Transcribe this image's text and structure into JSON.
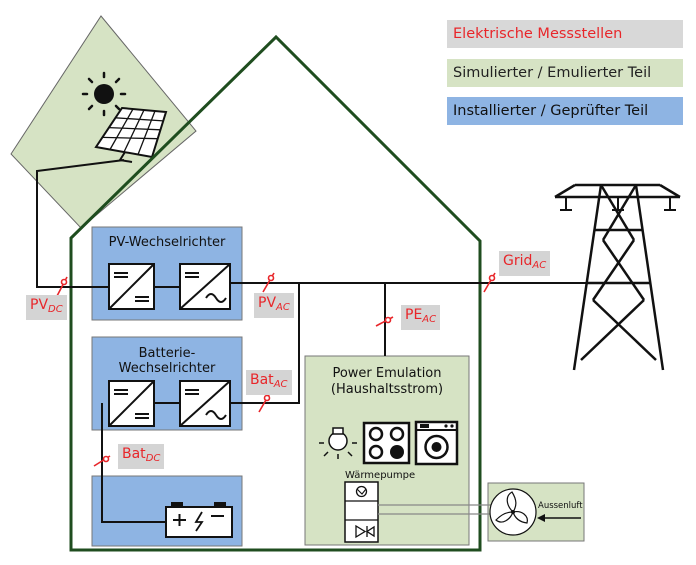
{
  "legend": {
    "measure_points": "Elektrische Messstellen",
    "simulated": "Simulierter / Emulierter Teil",
    "installed": "Installierter / Geprüfter Teil"
  },
  "colors": {
    "house_border": "#1f4d1f",
    "green_fill": "#d6e3c4",
    "blue_fill": "#8eb4e3",
    "measure_red": "#e8262a",
    "tag_gray": "#d4d4d4"
  },
  "boxes": {
    "pv_inverter": "PV-Wechselrichter",
    "battery_inverter_line1": "Batterie-",
    "battery_inverter_line2": "Wechselrichter",
    "power_emulation_line1": "Power Emulation",
    "power_emulation_line2": "(Haushaltsstrom)",
    "heat_pump": "Wärmepumpe",
    "outside_air": "Aussenluft"
  },
  "measure_points": [
    {
      "id": "pv-dc",
      "base": "PV",
      "sub": "DC"
    },
    {
      "id": "pv-ac",
      "base": "PV",
      "sub": "AC"
    },
    {
      "id": "grid-ac",
      "base": "Grid",
      "sub": "AC"
    },
    {
      "id": "pe-ac",
      "base": "PE",
      "sub": "AC"
    },
    {
      "id": "bat-ac",
      "base": "Bat",
      "sub": "AC"
    },
    {
      "id": "bat-dc",
      "base": "Bat",
      "sub": "DC"
    }
  ],
  "icons": {
    "sun": "sun-icon",
    "pv_panel": "solar-panel-icon",
    "pylon": "power-pylon-icon",
    "dc_dc": "dc-dc-converter-icon",
    "dc_ac": "dc-ac-converter-icon",
    "battery": "battery-icon",
    "lamp": "lamp-icon",
    "stove": "stove-icon",
    "washer": "washing-machine-icon",
    "fan": "fan-icon"
  },
  "battery_symbols": {
    "plus": "+",
    "minus": "−"
  }
}
